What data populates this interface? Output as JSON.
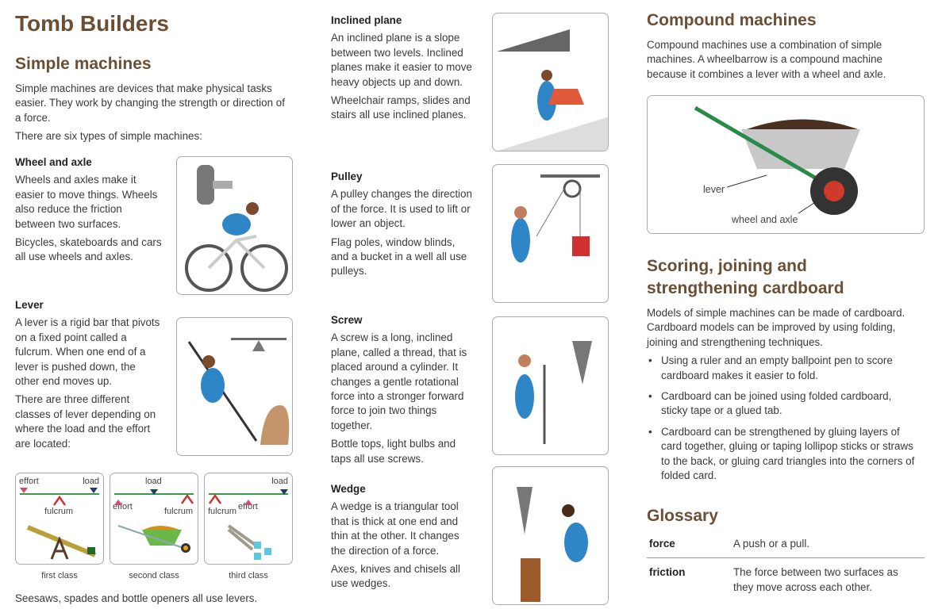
{
  "title": "Tomb Builders",
  "simple": {
    "heading": "Simple machines",
    "intro": "Simple machines are devices that make physical tasks easier. They work by changing the strength or direction of a force.",
    "types": "There are six types of simple machines:"
  },
  "wheel": {
    "heading": "Wheel and axle",
    "p1": "Wheels and axles make it easier to move things. Wheels also reduce the friction between two surfaces.",
    "p2": "Bicycles, skateboards and cars all use wheels and axles."
  },
  "lever": {
    "heading": "Lever",
    "p1": "A lever is a rigid bar that pivots on a fixed point called a fulcrum. When one end of a lever is pushed down, the other end moves up.",
    "p2": "There are three different classes of lever depending on where the load and the effort are located:",
    "classes": [
      {
        "caption": "first class",
        "effort": "effort",
        "load": "load",
        "fulcrum": "fulcrum"
      },
      {
        "caption": "second class",
        "effort": "effort",
        "load": "load",
        "fulcrum": "fulcrum"
      },
      {
        "caption": "third class",
        "effort": "effort",
        "load": "load",
        "fulcrum": "fulcrum"
      }
    ],
    "footer": "Seesaws, spades and bottle openers all use levers."
  },
  "inclined": {
    "heading": "Inclined plane",
    "p1": "An inclined plane is a slope between two levels. Inclined planes make it easier to move heavy objects up and down.",
    "p2": "Wheelchair ramps, slides and stairs all use inclined planes."
  },
  "pulley": {
    "heading": "Pulley",
    "p1": "A pulley changes the direction of the force. It is used to lift or lower an object.",
    "p2": "Flag poles, window blinds, and a bucket in a well all use pulleys."
  },
  "screw": {
    "heading": "Screw",
    "p1": "A screw is a long, inclined plane, called a thread, that is placed around a cylinder. It changes a gentle rotational force into a stronger forward force to join two things together.",
    "p2": "Bottle tops, light bulbs and taps all use screws."
  },
  "wedge": {
    "heading": "Wedge",
    "p1": "A wedge is a triangular tool that is thick at one end and thin at the other. It changes the direction of a force.",
    "p2": "Axes, knives and chisels all use wedges."
  },
  "compound": {
    "heading": "Compound machines",
    "p1": "Compound machines use a combination of simple machines. A wheelbarrow is a compound machine because it combines a lever with a wheel and axle.",
    "label_lever": "lever",
    "label_wheel": "wheel and axle"
  },
  "cardboard": {
    "heading": "Scoring, joining and strengthening cardboard",
    "p1": "Models of simple machines can be made of cardboard. Cardboard models can be improved by using folding, joining and strengthening techniques.",
    "bullets": [
      "Using a ruler and an empty ballpoint pen to score cardboard makes it easier to fold.",
      "Cardboard can be joined using folded cardboard, sticky tape or a glued tab.",
      "Cardboard can be strengthened by gluing layers of card together, gluing or taping lollipop sticks or straws to the back, or gluing card triangles into the corners of folded card."
    ]
  },
  "glossary": {
    "heading": "Glossary",
    "items": [
      {
        "term": "force",
        "def": "A push or a pull."
      },
      {
        "term": "friction",
        "def": "The force between two surfaces as they move across each other."
      }
    ]
  }
}
